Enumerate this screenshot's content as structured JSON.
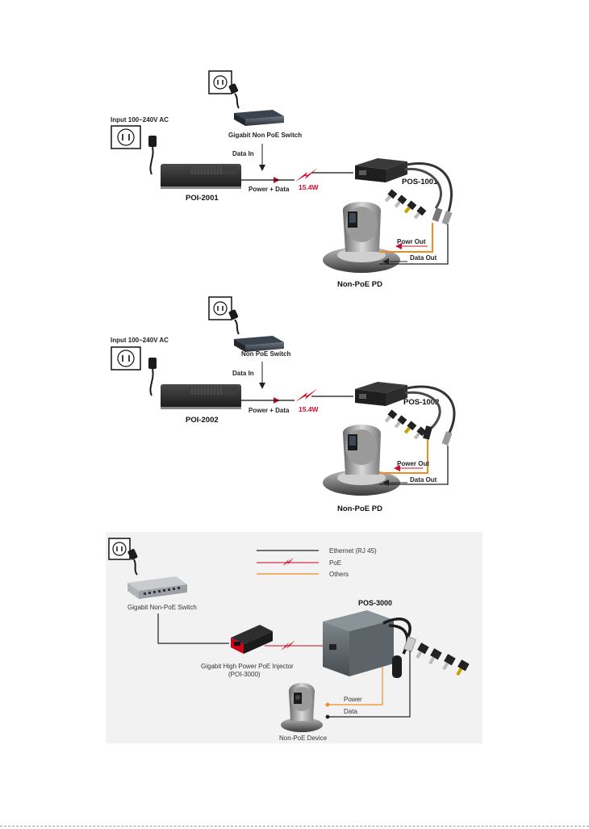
{
  "diagram1": {
    "input_label": "Input 100~240V AC",
    "switch_label": "Gigabit Non PoE Switch",
    "data_in": "Data In",
    "power_data": "Power + Data",
    "wattage": "15.4W",
    "injector": "POI-2001",
    "splitter": "POS-1001",
    "power_out": "Powr Out",
    "data_out": "Data Out",
    "device": "Non-PoE PD"
  },
  "diagram2": {
    "input_label": "Input 100~240V AC",
    "switch_label": "Non PoE Switch",
    "data_in": "Data In",
    "power_data": "Power + Data",
    "wattage": "15.4W",
    "injector": "POI-2002",
    "splitter": "POS-1002",
    "power_out": "Power Out",
    "data_out": "Data Out",
    "device": "Non-PoE PD"
  },
  "diagram3": {
    "legend": [
      {
        "label": "Ethernet (RJ 45)",
        "color": "#222222"
      },
      {
        "label": "PoE",
        "color": "#d0021b"
      },
      {
        "label": "Others",
        "color": "#f08a24"
      }
    ],
    "switch_label": "Gigabit Non-PoE Switch",
    "injector_line1": "Gigabit High Power PoE Injector",
    "injector_line2": "(POI-3000)",
    "splitter": "POS-3000",
    "power": "Power",
    "data": "Data",
    "device": "Non-PoE Device"
  },
  "colors": {
    "ethernet": "#222222",
    "poe": "#d0021b",
    "others": "#f08a24",
    "panel_bg": "#f2f2f2"
  }
}
